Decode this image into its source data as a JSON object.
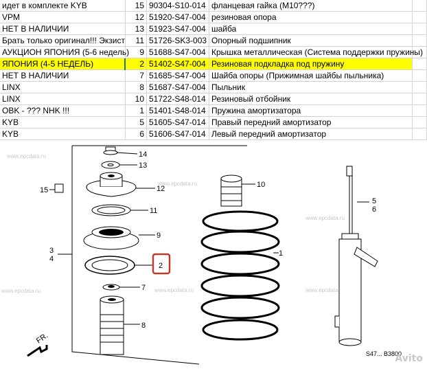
{
  "rows": [
    {
      "supplier": "идет в комплекте KYB",
      "qty": "15",
      "part": "90304-S10-014",
      "desc": "фланцевая гайка (M10???)"
    },
    {
      "supplier": "VPM",
      "qty": "12",
      "part": "51920-S47-004",
      "desc": "резиновая опора"
    },
    {
      "supplier": "НЕТ В НАЛИЧИИ",
      "qty": "13",
      "part": "51923-S47-004",
      "desc": "шайба"
    },
    {
      "supplier": "Брать только оригинал!!! Экзист",
      "qty": "11",
      "part": "51726-SK3-003",
      "desc": "Опорный подшипник"
    },
    {
      "supplier": "АУКЦИОН ЯПОНИЯ (5-6 недель)",
      "qty": "9",
      "part": "51688-S47-004",
      "desc": "Крышка металлическая (Система поддержки пружины)"
    },
    {
      "supplier": "ЯПОНИЯ (4-5 НЕДЕЛЬ)",
      "qty": "2",
      "part": "51402-S47-004",
      "desc": "Резиновая подкладка под пружину"
    },
    {
      "supplier": "НЕТ В НАЛИЧИИ",
      "qty": "7",
      "part": "51685-S47-004",
      "desc": "Шайба опоры (Прижимная шайбы пыльника)"
    },
    {
      "supplier": "LINX",
      "qty": "8",
      "part": "51687-S47-004",
      "desc": "Пыльник"
    },
    {
      "supplier": "LINX",
      "qty": "10",
      "part": "51722-S48-014",
      "desc": "Резиновый отбойник"
    },
    {
      "supplier": "OBK - ??? NHK !!!",
      "qty": "1",
      "part": "51401-S48-014",
      "desc": "Пружина амортизатора"
    },
    {
      "supplier": "KYB",
      "qty": "5",
      "part": "51605-S47-014",
      "desc": "Правый передний амортизатор"
    },
    {
      "supplier": "KYB",
      "qty": "6",
      "part": "51606-S47-014",
      "desc": "Левый передний амортизатор"
    }
  ],
  "highlight_index": 5,
  "diagram": {
    "watermark": "www.epcdata.ru",
    "figure_code": "S47...  B3800",
    "avito": "Avito",
    "fr_label": "FR.",
    "callouts": {
      "c14": "14",
      "c13": "13",
      "c15": "15",
      "c12": "12",
      "c11": "11",
      "c9": "9",
      "c3": "3",
      "c4": "4",
      "c2": "2",
      "c7": "7",
      "c8": "8",
      "c10": "10",
      "c1": "1",
      "c5": "5",
      "c6": "6"
    },
    "colors": {
      "highlight_box": "#c0392b",
      "row_highlight": "#ffff00"
    }
  }
}
